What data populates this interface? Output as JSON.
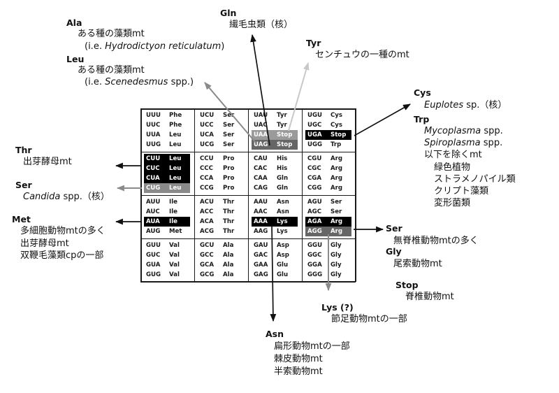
{
  "colors": {
    "arrow_black": "#111111",
    "arrow_gray": "#8a8a8a",
    "arrow_light": "#c8c8c8",
    "highlight_text": "#ffffff"
  },
  "codon_table": {
    "rows": [
      {
        "blocks": [
          {
            "codons": [
              {
                "codon": "UUU",
                "aa": "Phe"
              },
              {
                "codon": "UUC",
                "aa": "Phe"
              },
              {
                "codon": "UUA",
                "aa": "Leu"
              },
              {
                "codon": "UUG",
                "aa": "Leu"
              }
            ]
          },
          {
            "codons": [
              {
                "codon": "UCU",
                "aa": "Ser"
              },
              {
                "codon": "UCC",
                "aa": "Ser"
              },
              {
                "codon": "UCA",
                "aa": "Ser"
              },
              {
                "codon": "UCG",
                "aa": "Ser"
              }
            ]
          },
          {
            "codons": [
              {
                "codon": "UAU",
                "aa": "Tyr"
              },
              {
                "codon": "UAC",
                "aa": "Tyr"
              },
              {
                "codon": "UAA",
                "aa": "Stop",
                "highlight": "#9a9a9a"
              },
              {
                "codon": "UAG",
                "aa": "Stop",
                "highlight": "#666666"
              }
            ]
          },
          {
            "codons": [
              {
                "codon": "UGU",
                "aa": "Cys"
              },
              {
                "codon": "UGC",
                "aa": "Cys"
              },
              {
                "codon": "UGA",
                "aa": "Stop",
                "highlight": "#000000"
              },
              {
                "codon": "UGG",
                "aa": "Trp"
              }
            ]
          }
        ]
      },
      {
        "blocks": [
          {
            "codons": [
              {
                "codon": "CUU",
                "aa": "Leu",
                "highlight": "#000000"
              },
              {
                "codon": "CUC",
                "aa": "Leu",
                "highlight": "#000000"
              },
              {
                "codon": "CUA",
                "aa": "Leu",
                "highlight": "#000000"
              },
              {
                "codon": "CUG",
                "aa": "Leu",
                "highlight": "#8a8a8a"
              }
            ]
          },
          {
            "codons": [
              {
                "codon": "CCU",
                "aa": "Pro"
              },
              {
                "codon": "CCC",
                "aa": "Pro"
              },
              {
                "codon": "CCA",
                "aa": "Pro"
              },
              {
                "codon": "CCG",
                "aa": "Pro"
              }
            ]
          },
          {
            "codons": [
              {
                "codon": "CAU",
                "aa": "His"
              },
              {
                "codon": "CAC",
                "aa": "His"
              },
              {
                "codon": "CAA",
                "aa": "Gln"
              },
              {
                "codon": "CAG",
                "aa": "Gln"
              }
            ]
          },
          {
            "codons": [
              {
                "codon": "CGU",
                "aa": "Arg"
              },
              {
                "codon": "CGC",
                "aa": "Arg"
              },
              {
                "codon": "CGA",
                "aa": "Arg"
              },
              {
                "codon": "CGG",
                "aa": "Arg"
              }
            ]
          }
        ]
      },
      {
        "blocks": [
          {
            "codons": [
              {
                "codon": "AUU",
                "aa": "Ile"
              },
              {
                "codon": "AUC",
                "aa": "Ile"
              },
              {
                "codon": "AUA",
                "aa": "Ile",
                "highlight": "#000000"
              },
              {
                "codon": "AUG",
                "aa": "Met"
              }
            ]
          },
          {
            "codons": [
              {
                "codon": "ACU",
                "aa": "Thr"
              },
              {
                "codon": "ACC",
                "aa": "Thr"
              },
              {
                "codon": "ACA",
                "aa": "Thr"
              },
              {
                "codon": "ACG",
                "aa": "Thr"
              }
            ]
          },
          {
            "codons": [
              {
                "codon": "AAU",
                "aa": "Asn"
              },
              {
                "codon": "AAC",
                "aa": "Asn"
              },
              {
                "codon": "AAA",
                "aa": "Lys",
                "highlight": "#000000"
              },
              {
                "codon": "AAG",
                "aa": "Lys"
              }
            ]
          },
          {
            "codons": [
              {
                "codon": "AGU",
                "aa": "Ser"
              },
              {
                "codon": "AGC",
                "aa": "Ser"
              },
              {
                "codon": "AGA",
                "aa": "Arg",
                "highlight": "#000000"
              },
              {
                "codon": "AGG",
                "aa": "Arg",
                "highlight": "#666666"
              }
            ]
          }
        ]
      },
      {
        "blocks": [
          {
            "codons": [
              {
                "codon": "GUU",
                "aa": "Val"
              },
              {
                "codon": "GUC",
                "aa": "Val"
              },
              {
                "codon": "GUA",
                "aa": "Val"
              },
              {
                "codon": "GUG",
                "aa": "Val"
              }
            ]
          },
          {
            "codons": [
              {
                "codon": "GCU",
                "aa": "Ala"
              },
              {
                "codon": "GCC",
                "aa": "Ala"
              },
              {
                "codon": "GCA",
                "aa": "Ala"
              },
              {
                "codon": "GCG",
                "aa": "Ala"
              }
            ]
          },
          {
            "codons": [
              {
                "codon": "GAU",
                "aa": "Asp"
              },
              {
                "codon": "GAC",
                "aa": "Asp"
              },
              {
                "codon": "GAA",
                "aa": "Glu"
              },
              {
                "codon": "GAG",
                "aa": "Glu"
              }
            ]
          },
          {
            "codons": [
              {
                "codon": "GGU",
                "aa": "Gly"
              },
              {
                "codon": "GGC",
                "aa": "Gly"
              },
              {
                "codon": "GGA",
                "aa": "Gly"
              },
              {
                "codon": "GGG",
                "aa": "Gly"
              }
            ]
          }
        ]
      }
    ]
  },
  "annotations": {
    "ala": {
      "aa": "Ala",
      "note": "ある種の藻類mt",
      "species": {
        "pre": "(i.e. ",
        "italic": "Hydrodictyon reticulatum",
        "post": ")"
      }
    },
    "leu": {
      "aa": "Leu",
      "note": "ある種の藻類mt",
      "species": {
        "pre": "(i.e. ",
        "italic": "Scenedesmus",
        "post": " spp.)"
      }
    },
    "gln": {
      "aa": "Gln",
      "note": "繊毛虫類（核）"
    },
    "tyr": {
      "aa": "Tyr",
      "note": "センチュウの一種のmt"
    },
    "cys": {
      "aa": "Cys",
      "species": {
        "italic": "Euplotes",
        "post": " sp.（核）"
      }
    },
    "trp": {
      "aa": "Trp",
      "species": [
        {
          "italic": "Mycoplasma",
          "post": " spp."
        },
        {
          "italic": "Spiroplasma",
          "post": " spp."
        }
      ],
      "note": "以下を除くmt",
      "exceptions": [
        "緑色植物",
        "ストラメノパイル類",
        "クリプト藻類",
        "変形菌類"
      ]
    },
    "thr": {
      "aa": "Thr",
      "note": "出芽酵母mt"
    },
    "ser_left": {
      "aa": "Ser",
      "species": {
        "italic": "Candida",
        "post": " spp.（核）"
      }
    },
    "met": {
      "aa": "Met",
      "notes": [
        "多細胞動物mtの多く",
        "出芽酵母mt",
        "双鞭毛藻類cpの一部"
      ]
    },
    "ser_right": {
      "aa": "Ser",
      "note": "無脊椎動物mtの多く"
    },
    "gly": {
      "aa": "Gly",
      "note": "尾索動物mt"
    },
    "stop": {
      "aa": "Stop",
      "note": "脊椎動物mt"
    },
    "lys": {
      "aa": "Lys (?)",
      "note": "節足動物mtの一部"
    },
    "asn": {
      "aa": "Asn",
      "notes": [
        "扁形動物mtの一部",
        "棘皮動物mt",
        "半索動物mt"
      ]
    }
  }
}
